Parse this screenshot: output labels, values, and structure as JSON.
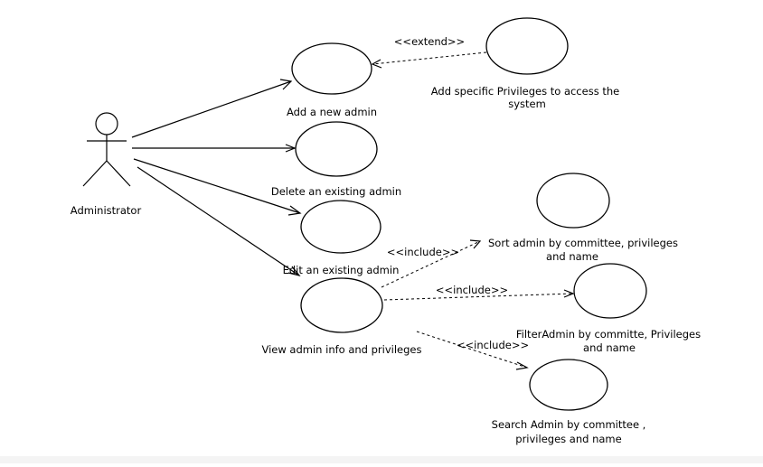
{
  "diagram": {
    "actor": {
      "label": "Administrator"
    },
    "use_cases": {
      "add_admin": "Add a new admin",
      "add_privileges": [
        "Add specific Privileges to access the",
        "system"
      ],
      "delete_admin": "Delete an existing admin",
      "edit_admin": "Edit an existing admin",
      "view_admin": "View admin info and privileges",
      "sort_admin": [
        "Sort admin by committee, privileges",
        "and name"
      ],
      "filter_admin": [
        "FilterAdmin by committe, Privileges",
        "and name"
      ],
      "search_admin": [
        "Search Admin by committee ,",
        "privileges and name"
      ]
    },
    "stereotypes": {
      "extend": "<<extend>>",
      "include_sort": "<<include>>",
      "include_filter": "<<include>>",
      "include_search": "<<include>>"
    }
  }
}
